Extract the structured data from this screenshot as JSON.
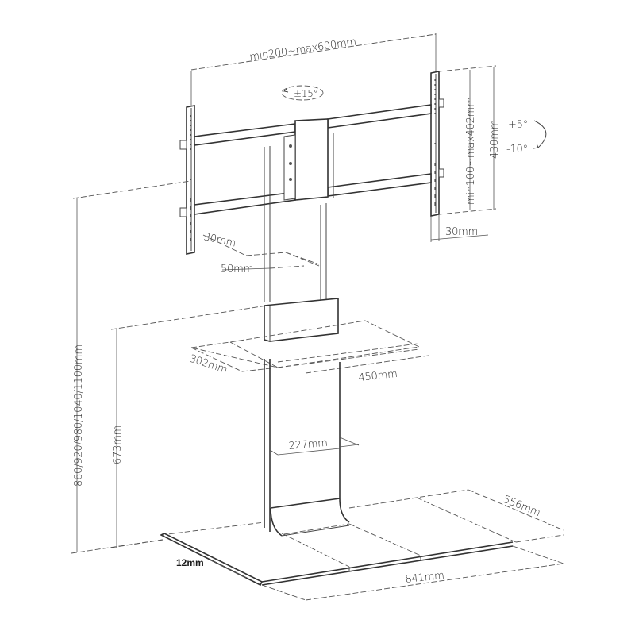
{
  "diagram": {
    "subject": "TV floor stand with mount bracket, shelf and base",
    "colors": {
      "background": "#ffffff",
      "line": "#333333",
      "text": "#2a2a2a"
    },
    "dimensions": {
      "vesa_width": "min200~max600mm",
      "vesa_height": "min100~max402mm",
      "bracket_height": "430mm",
      "bracket_depth": "30mm",
      "swivel": "±15°",
      "tilt_up": "+5°",
      "tilt_down": "-10°",
      "column_depth_30": "30mm",
      "column_width_50": "50mm",
      "total_height": "860/920/980/1040/1100mm",
      "shelf_height": "673mm",
      "shelf_depth": "302mm",
      "shelf_width": "450mm",
      "column_width": "227mm",
      "base_depth": "556mm",
      "base_width": "841mm",
      "base_thickness": "12mm"
    }
  }
}
